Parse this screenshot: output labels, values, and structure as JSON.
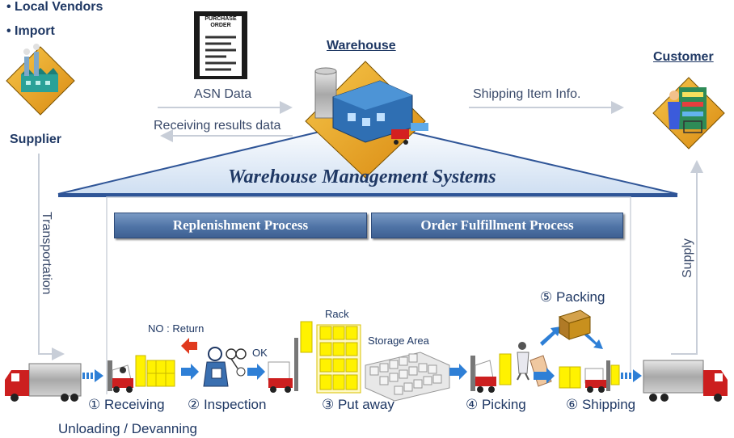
{
  "supplier": {
    "sources": [
      "Local Vendors",
      "Import"
    ],
    "label": "Supplier"
  },
  "warehouse": {
    "label": "Warehouse",
    "asn_label": "ASN Data",
    "receiving_results_label": "Receiving results data",
    "shipping_info_label": "Shipping Item Info.",
    "purchase_order_icon_text": [
      "PURCHASE",
      "ORDER"
    ]
  },
  "customer": {
    "label": "Customer"
  },
  "wms": {
    "title": "Warehouse Management Systems"
  },
  "processes": {
    "replenishment": "Replenishment Process",
    "order_fulfillment": "Order Fulfillment Process"
  },
  "flow": {
    "transportation": "Transportation",
    "supply": "Supply",
    "unloading": "Unloading / Devanning",
    "no_return": "NO : Return",
    "ok": "OK",
    "rack": "Rack",
    "storage_area": "Storage Area"
  },
  "steps": [
    {
      "label": "① Receiving"
    },
    {
      "label": "② Inspection"
    },
    {
      "label": "③ Put away"
    },
    {
      "label": "④ Picking"
    },
    {
      "label": "⑤ Packing"
    },
    {
      "label": "⑥ Shipping"
    }
  ],
  "colors": {
    "navy": "#1f3864",
    "triangle": "#dce8f6",
    "triangle_edge": "#2f5597",
    "band": "#4f74a6",
    "arrow_blue": "#2e7fd6",
    "arrow_red": "#e03a1e",
    "truck_red": "#cc1f1f",
    "box_yellow": "#fff200",
    "diamond_gold": "#e7a21d"
  }
}
